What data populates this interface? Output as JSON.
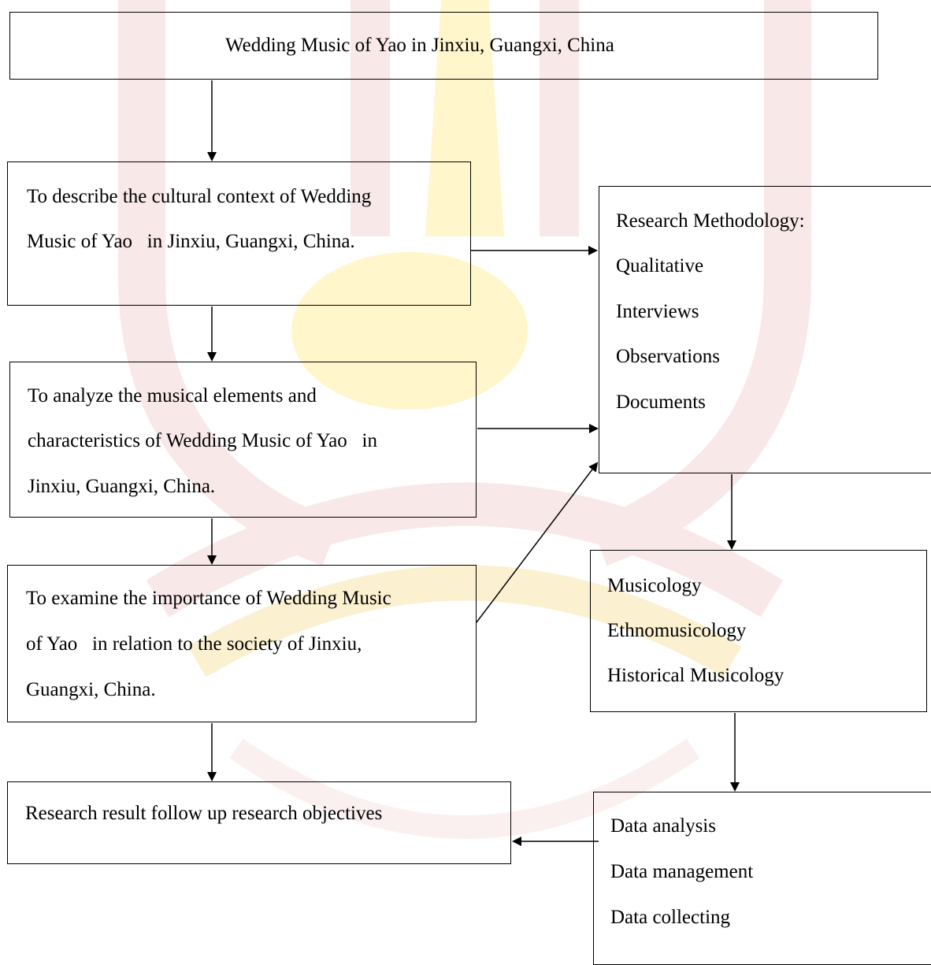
{
  "diagram": {
    "title_box": {
      "text": "Wedding Music of Yao in Jinxiu, Guangxi, China"
    },
    "objective1": {
      "lines": [
        "To describe the cultural context of Wedding",
        "Music of Yao   in Jinxiu, Guangxi, China."
      ]
    },
    "objective2": {
      "lines": [
        "To analyze the musical elements and",
        "characteristics of Wedding Music of Yao   in",
        "Jinxiu, Guangxi, China."
      ]
    },
    "objective3": {
      "lines": [
        "To examine the importance of Wedding Music",
        "of Yao   in relation to the society of Jinxiu,",
        "Guangxi, China."
      ]
    },
    "result": {
      "text": "Research result follow up research objectives"
    },
    "methodology": {
      "lines": [
        "Research Methodology:",
        "Qualitative",
        "Interviews",
        "Observations",
        "Documents"
      ]
    },
    "disciplines": {
      "lines": [
        "Musicology",
        "Ethnomusicology",
        "Historical Musicology"
      ]
    },
    "data": {
      "lines": [
        "Data analysis",
        "Data management",
        "Data collecting"
      ]
    }
  },
  "colors": {
    "watermark_red": "#f7e4e4",
    "watermark_yellow": "#fff4c4"
  }
}
